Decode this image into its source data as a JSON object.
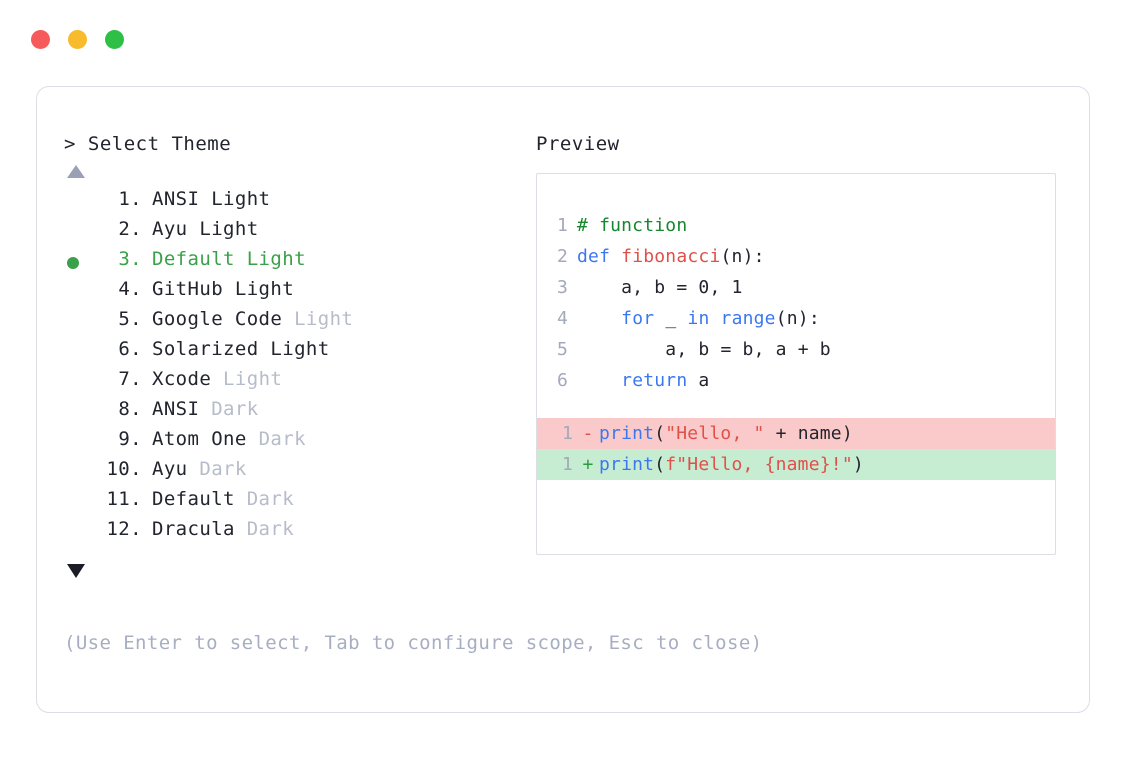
{
  "window": {
    "dots": [
      {
        "name": "close-dot",
        "color": "#f75a5a"
      },
      {
        "name": "minimize-dot",
        "color": "#f7bb2b"
      },
      {
        "name": "maximize-dot",
        "color": "#2ec046"
      }
    ]
  },
  "left": {
    "prompt": "> Select Theme",
    "scroll_up": "▲",
    "scroll_down": "▼",
    "selected_index": 3,
    "items": [
      {
        "num": "1.",
        "name": "ANSI",
        "suffix": "Light",
        "suffix_dim": false,
        "selected": false
      },
      {
        "num": "2.",
        "name": "Ayu",
        "suffix": "Light",
        "suffix_dim": false,
        "selected": false
      },
      {
        "num": "3.",
        "name": "Default",
        "suffix": "Light",
        "suffix_dim": false,
        "selected": true
      },
      {
        "num": "4.",
        "name": "GitHub",
        "suffix": "Light",
        "suffix_dim": false,
        "selected": false
      },
      {
        "num": "5.",
        "name": "Google Code",
        "suffix": "Light",
        "suffix_dim": true,
        "selected": false
      },
      {
        "num": "6.",
        "name": "Solarized",
        "suffix": "Light",
        "suffix_dim": false,
        "selected": false
      },
      {
        "num": "7.",
        "name": "Xcode",
        "suffix": "Light",
        "suffix_dim": true,
        "selected": false
      },
      {
        "num": "8.",
        "name": "ANSI",
        "suffix": "Dark",
        "suffix_dim": true,
        "selected": false
      },
      {
        "num": "9.",
        "name": "Atom One",
        "suffix": "Dark",
        "suffix_dim": true,
        "selected": false
      },
      {
        "num": "10.",
        "name": "Ayu",
        "suffix": "Dark",
        "suffix_dim": true,
        "selected": false
      },
      {
        "num": "11.",
        "name": "Default",
        "suffix": "Dark",
        "suffix_dim": true,
        "selected": false
      },
      {
        "num": "12.",
        "name": "Dracula",
        "suffix": "Dark",
        "suffix_dim": true,
        "selected": false
      }
    ]
  },
  "hint": "(Use Enter to select, Tab to configure scope, Esc to close)",
  "preview": {
    "title": "Preview",
    "code_lines": [
      {
        "n": "1",
        "tokens": [
          {
            "t": "# function",
            "c": "tok-comment"
          }
        ]
      },
      {
        "n": "2",
        "tokens": [
          {
            "t": "def ",
            "c": "tok-kw"
          },
          {
            "t": "fibonacci",
            "c": "tok-fn"
          },
          {
            "t": "(n):",
            "c": "tok-plain"
          }
        ]
      },
      {
        "n": "3",
        "tokens": [
          {
            "t": "    a, b = 0, 1",
            "c": "tok-plain"
          }
        ]
      },
      {
        "n": "4",
        "tokens": [
          {
            "t": "    ",
            "c": "tok-plain"
          },
          {
            "t": "for",
            "c": "tok-kw"
          },
          {
            "t": " _ ",
            "c": "tok-plain"
          },
          {
            "t": "in",
            "c": "tok-kw"
          },
          {
            "t": " ",
            "c": "tok-plain"
          },
          {
            "t": "range",
            "c": "tok-builtin"
          },
          {
            "t": "(n):",
            "c": "tok-plain"
          }
        ]
      },
      {
        "n": "5",
        "tokens": [
          {
            "t": "        a, b = b, a + b",
            "c": "tok-plain"
          }
        ]
      },
      {
        "n": "6",
        "tokens": [
          {
            "t": "    ",
            "c": "tok-plain"
          },
          {
            "t": "return",
            "c": "tok-kw"
          },
          {
            "t": " a",
            "c": "tok-plain"
          }
        ]
      }
    ],
    "diff_lines": [
      {
        "n": "1",
        "sign": "-",
        "kind": "minus",
        "tokens": [
          {
            "t": "print",
            "c": "tok-builtin"
          },
          {
            "t": "(",
            "c": "tok-plain"
          },
          {
            "t": "\"Hello, \"",
            "c": "tok-str"
          },
          {
            "t": " + name)",
            "c": "tok-plain"
          }
        ]
      },
      {
        "n": "1",
        "sign": "+",
        "kind": "plus",
        "tokens": [
          {
            "t": "print",
            "c": "tok-builtin"
          },
          {
            "t": "(",
            "c": "tok-plain"
          },
          {
            "t": "f\"Hello, {name}!\"",
            "c": "tok-str"
          },
          {
            "t": ")",
            "c": "tok-plain"
          }
        ]
      }
    ]
  }
}
